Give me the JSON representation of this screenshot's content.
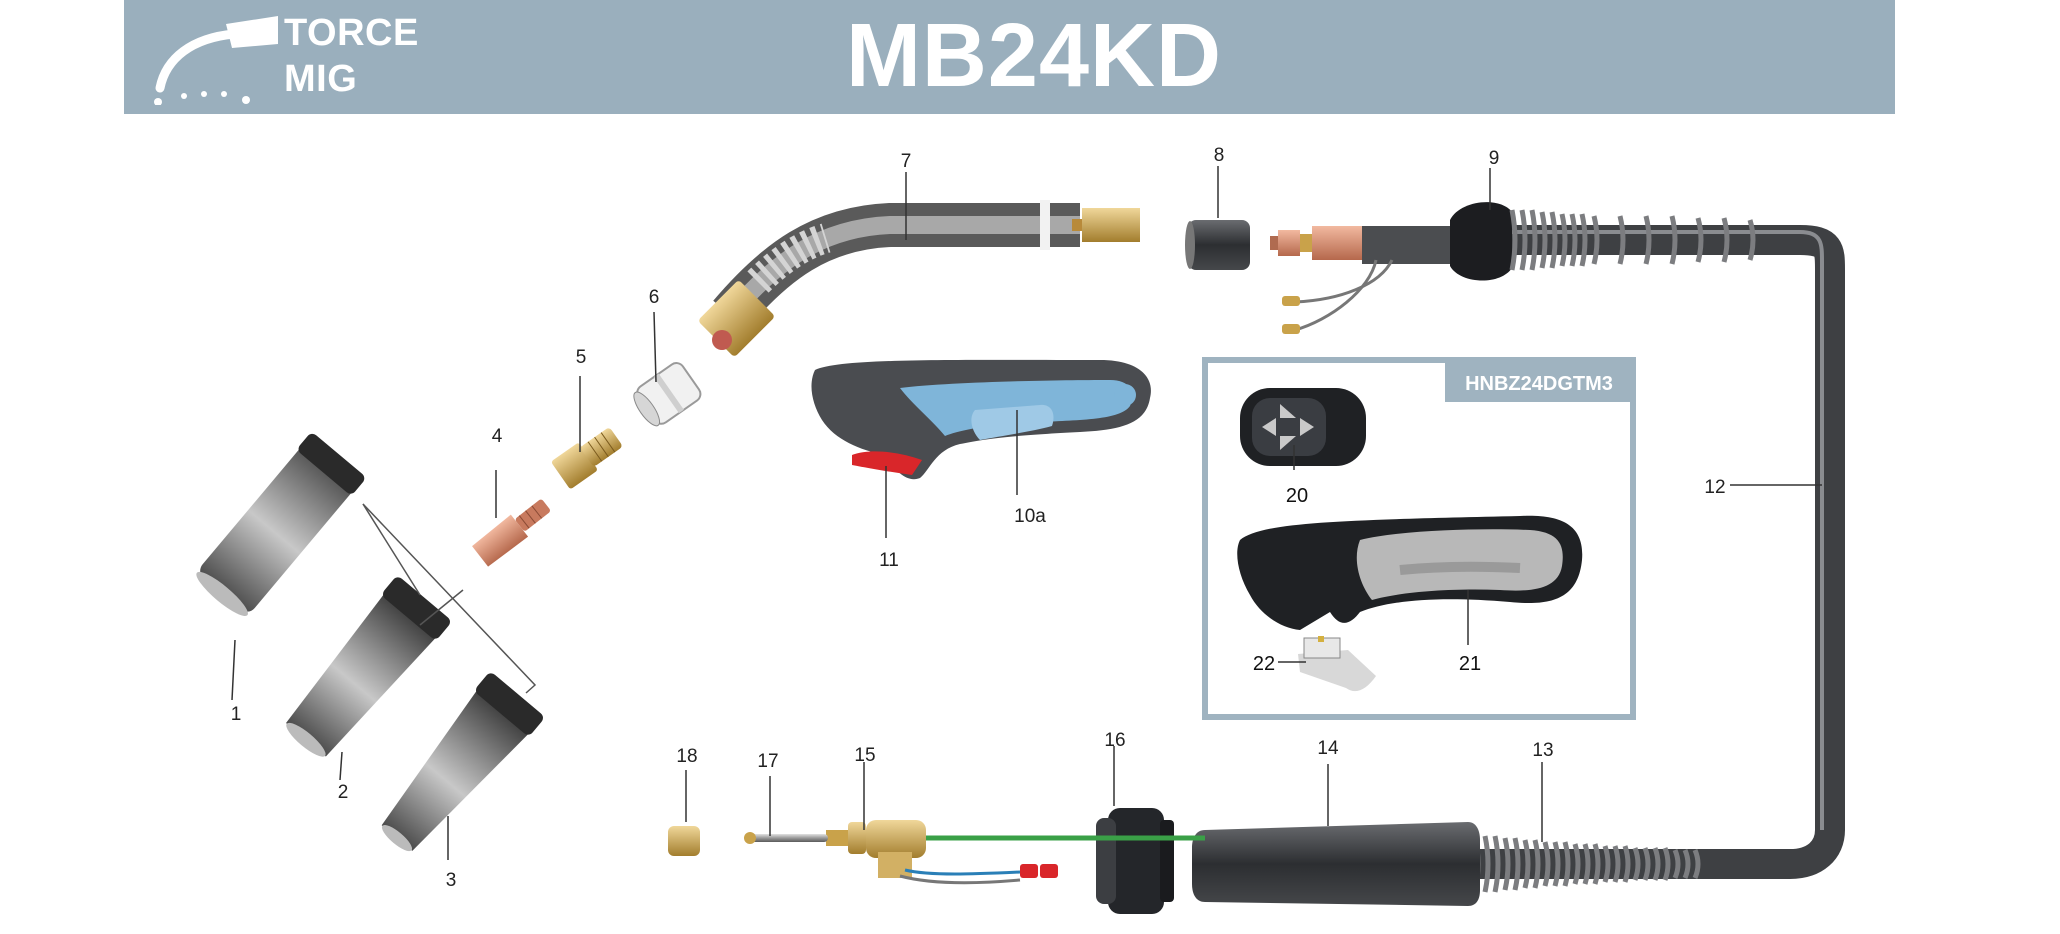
{
  "header": {
    "brand_line1": "TORCE",
    "brand_line2": "MIG",
    "model": "MB24KD",
    "bar_color": "#9aafbd"
  },
  "parts": [
    {
      "number": "1"
    },
    {
      "number": "2"
    },
    {
      "number": "3"
    },
    {
      "number": "4"
    },
    {
      "number": "5"
    },
    {
      "number": "6"
    },
    {
      "number": "7"
    },
    {
      "number": "8"
    },
    {
      "number": "9"
    },
    {
      "number": "10a"
    },
    {
      "number": "11"
    },
    {
      "number": "12"
    },
    {
      "number": "13"
    },
    {
      "number": "14"
    },
    {
      "number": "15"
    },
    {
      "number": "16"
    },
    {
      "number": "17"
    },
    {
      "number": "18"
    }
  ],
  "kit": {
    "code": "HNBZ24DGTM3",
    "parts": [
      {
        "number": "20"
      },
      {
        "number": "21"
      },
      {
        "number": "22"
      }
    ]
  },
  "colors": {
    "nozzle": "#6f6f6f",
    "copper": "#d58a6e",
    "brass": "#c9a24a",
    "handle_grey": "#4a4c50",
    "handle_blue": "#7fb5d9",
    "trigger_red": "#d9262a",
    "cable": "#4b4d50",
    "kit_border": "#9fb3c0"
  }
}
